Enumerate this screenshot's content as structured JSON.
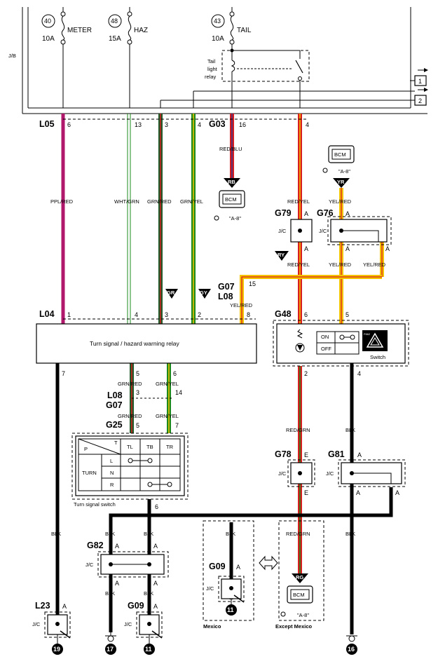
{
  "jb_label": "J/B",
  "fuses": [
    {
      "num": "40",
      "amp": "10A",
      "name": "METER"
    },
    {
      "num": "48",
      "amp": "15A",
      "name": "HAZ"
    },
    {
      "num": "43",
      "amp": "10A",
      "name": "TAIL"
    }
  ],
  "tail_relay_label": [
    "Tail",
    "light",
    "relay"
  ],
  "outputs": [
    "1",
    "2"
  ],
  "connectors": {
    "L05": "L05",
    "G03": "G03",
    "L04": "L04",
    "G48": "G48",
    "G79": "G79",
    "G76": "G76",
    "G07_top": "G07",
    "L08_top": "L08",
    "L08_mid": "L08",
    "G07_mid": "G07",
    "G25": "G25",
    "G78": "G78",
    "G81": "G81",
    "G82": "G82",
    "G09_left": "G09",
    "G09_mex": "G09",
    "L23": "L23"
  },
  "pins": {
    "l05_6": "6",
    "l05_13": "13",
    "l05_3": "3",
    "l05_4": "4",
    "g03_16": "16",
    "g03_4": "4",
    "l04_1": "1",
    "l04_4": "4",
    "l04_3": "3",
    "l04_2": "2",
    "l04_8": "8",
    "relay_7": "7",
    "relay_5": "5",
    "relay_6": "6",
    "l08_3": "3",
    "l08_14": "14",
    "g25_5": "5",
    "g25_7": "7",
    "ts_6": "6",
    "g07_15": "15",
    "g48_6": "6",
    "g48_5": "5",
    "g48_2": "2",
    "g48_4": "4",
    "A": "A",
    "E": "E"
  },
  "wires": {
    "ppl_red": "PPL/RED",
    "wht_grn": "WHT/GRN",
    "grn_red": "GRN/RED",
    "grn_yel": "GRN/YEL",
    "red_blu": "RED/BLU",
    "red_yel": "RED/YEL",
    "yel_red": "YEL/RED",
    "red_grn": "RED/GRN",
    "blk": "BLK"
  },
  "badges": {
    "RB": "RB",
    "YR": "YR",
    "RY": "RY",
    "GR": "GR",
    "GY": "GY",
    "RG": "RG"
  },
  "bcm": "BCM",
  "bcm_ref": "\"A-8\"",
  "jc": "J/C",
  "relay_title": "Turn signal / hazard warning relay",
  "hazard_switch": {
    "on": "ON",
    "off": "OFF",
    "caption": "Switch",
    "tag": "F662"
  },
  "turn_switch": {
    "caption": "Turn signal switch",
    "col_header": "T",
    "row_header": "P",
    "columns": [
      "TL",
      "TB",
      "TR"
    ],
    "row_group": "TURN",
    "rows": [
      "L",
      "N",
      "R"
    ]
  },
  "grounds": [
    "19",
    "17",
    "11",
    "11",
    "16"
  ],
  "variants": {
    "mexico": "Mexico",
    "except_mexico": "Except Mexico"
  },
  "colors": {
    "ppl_red": "#b0186c",
    "red": "#d81e1e",
    "yellow": "#f5c400",
    "green": "#1e8a1e",
    "dark_green": "#1f5a2a",
    "black": "#000000"
  }
}
